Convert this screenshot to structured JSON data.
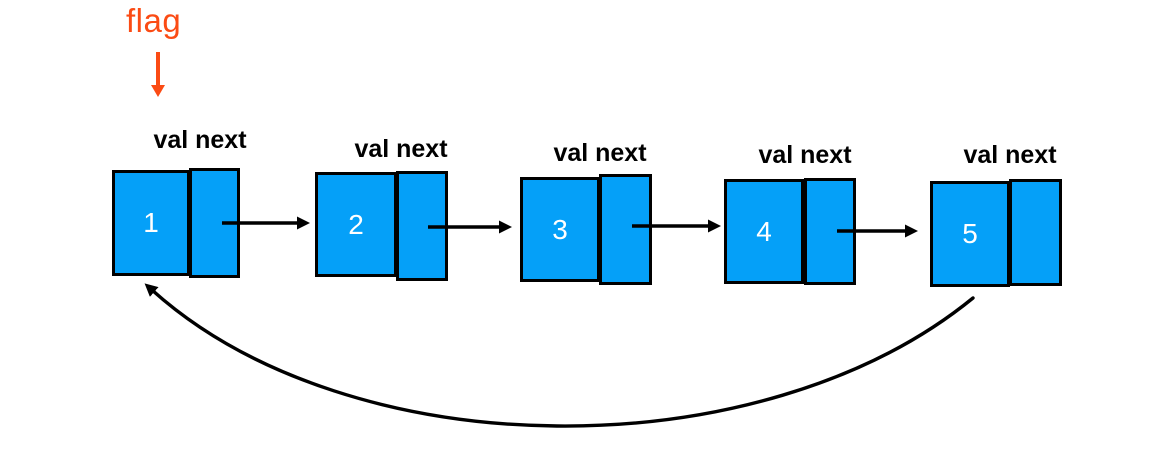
{
  "diagram": {
    "pointer": {
      "label": "flag"
    },
    "node_header": "val next",
    "nodes": [
      {
        "val": "1"
      },
      {
        "val": "2"
      },
      {
        "val": "3"
      },
      {
        "val": "4"
      },
      {
        "val": "5"
      }
    ],
    "edges": [
      {
        "from": "1",
        "to": "2",
        "style": "straight"
      },
      {
        "from": "2",
        "to": "3",
        "style": "straight"
      },
      {
        "from": "3",
        "to": "4",
        "style": "straight"
      },
      {
        "from": "4",
        "to": "5",
        "style": "straight"
      },
      {
        "from": "5",
        "to": "1",
        "style": "curved-cycle"
      }
    ],
    "colors": {
      "node_fill": "#05A0F8",
      "node_border": "#000000",
      "arrow": "#000000",
      "pointer": "#FB4B14",
      "value_text": "#FFFFFF",
      "label_text": "#000000"
    }
  }
}
